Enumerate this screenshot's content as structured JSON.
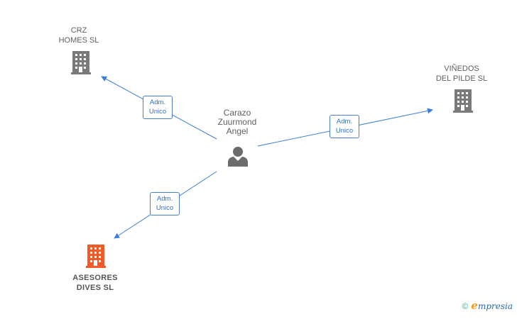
{
  "nodes": {
    "crz": {
      "label": "CRZ\nHOMES  SL"
    },
    "vinedos": {
      "label": "VIÑEDOS\nDEL PILDE  SL"
    },
    "asesores": {
      "label": "ASESORES\nDIVES SL"
    },
    "person": {
      "label": "Carazo\nZuurmond\nAngel"
    }
  },
  "edges": {
    "to_crz": {
      "label": "Adm.\nUnico"
    },
    "to_vinedos": {
      "label": "Adm.\nUnico"
    },
    "to_asesores": {
      "label": "Adm.\nUnico"
    }
  },
  "colors": {
    "edge": "#3b7fd8",
    "company_gray": "#7a7a7a",
    "company_highlight": "#f05a28",
    "person": "#6b6b6b"
  },
  "footer": {
    "copyright": "©",
    "brand_initial": "e",
    "brand_rest": "mpresia"
  }
}
